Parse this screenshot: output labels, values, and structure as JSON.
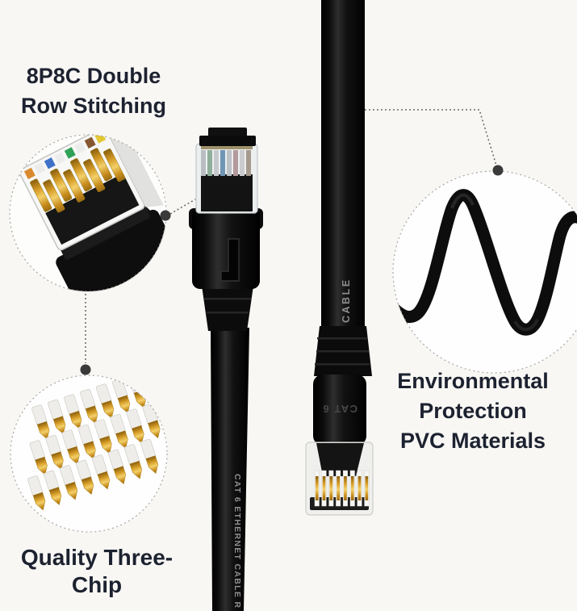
{
  "callouts": {
    "top_left": {
      "lines": [
        "8P8C Double",
        "Row Stitching"
      ]
    },
    "right": {
      "lines": [
        "Environmental",
        "Protection",
        "PVC Materials"
      ]
    },
    "bottom_left": {
      "lines": [
        "Quality Three-Chip"
      ]
    }
  },
  "cable_markings": {
    "middle_cable_print": "CAT 6  ETHERNET  CABLE  R",
    "right_cable_print": "CABLE",
    "right_connector_embossed": "CAT 6"
  },
  "colors": {
    "background": "#f8f7f4",
    "heading_text": "#1d2230",
    "cable_print_text": "#8f8f8f",
    "embossed_text": "#474747",
    "cable_black": "#0c0c0c",
    "gold_pin": "#d7a32a",
    "leader_line": "#6e6e6e",
    "callout_dot": "#3a3a3a",
    "inset_circle_border": "#a8a8a8",
    "inset_circle_fill": "#fdfdfc"
  }
}
